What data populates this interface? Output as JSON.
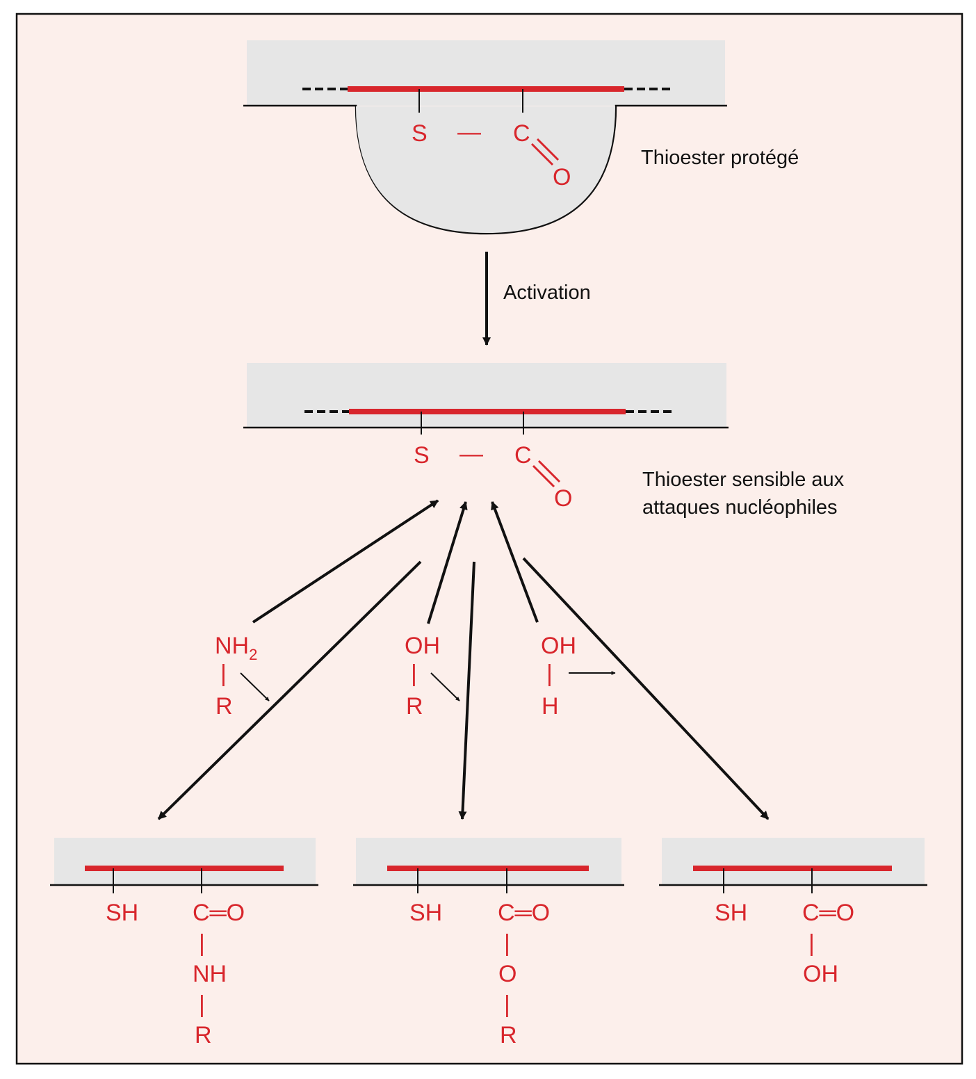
{
  "colors": {
    "panel_background": "#fcefeb",
    "membrane_fill": "#e6e6e6",
    "chain_red": "#d8262c",
    "ink": "#111111"
  },
  "labels": {
    "protected": "Thioester protégé",
    "activation": "Activation",
    "sensitive_line1": "Thioester sensible aux",
    "sensitive_line2": "attaques nucléophiles"
  },
  "thioester_top": {
    "s": "S",
    "dash": "—",
    "c": "C",
    "o": "O"
  },
  "thioester_mid": {
    "s": "S",
    "dash": "—",
    "c": "C",
    "o": "O"
  },
  "nucleophiles": {
    "amine": {
      "top_main": "NH",
      "top_sub": "2",
      "bond": "|",
      "bottom": "R"
    },
    "alcohol": {
      "top": "OH",
      "bond": "|",
      "bottom": "R"
    },
    "water": {
      "top": "OH",
      "bond": "|",
      "bottom": "H"
    }
  },
  "products": {
    "amide": {
      "sh": "SH",
      "co": "C═O",
      "b1": "|",
      "nh": "NH",
      "b2": "|",
      "r": "R"
    },
    "ester": {
      "sh": "SH",
      "co": "C═O",
      "b1": "|",
      "o": "O",
      "b2": "|",
      "r": "R"
    },
    "acid": {
      "sh": "SH",
      "co": "C═O",
      "b1": "|",
      "oh": "OH"
    }
  }
}
